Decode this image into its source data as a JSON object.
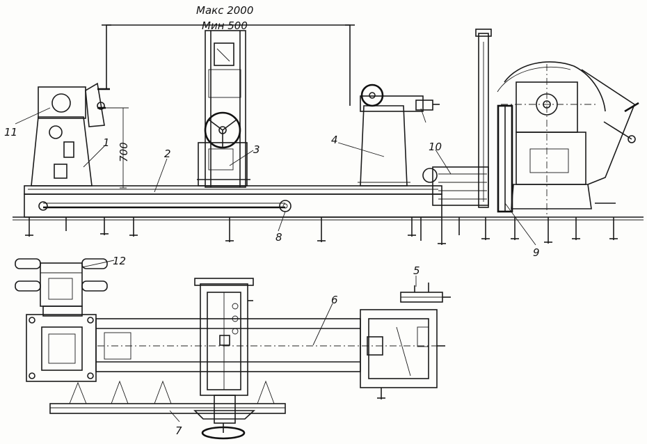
{
  "dimensions": {
    "max": "Макс 2000",
    "min": "Мин 500",
    "height": "700"
  },
  "labels": {
    "p1": "1",
    "p2": "2",
    "p3": "3",
    "p4": "4",
    "p5": "5",
    "p6": "6",
    "p7": "7",
    "p8": "8",
    "p9": "9",
    "p10": "10",
    "p11": "11",
    "p12": "12"
  }
}
